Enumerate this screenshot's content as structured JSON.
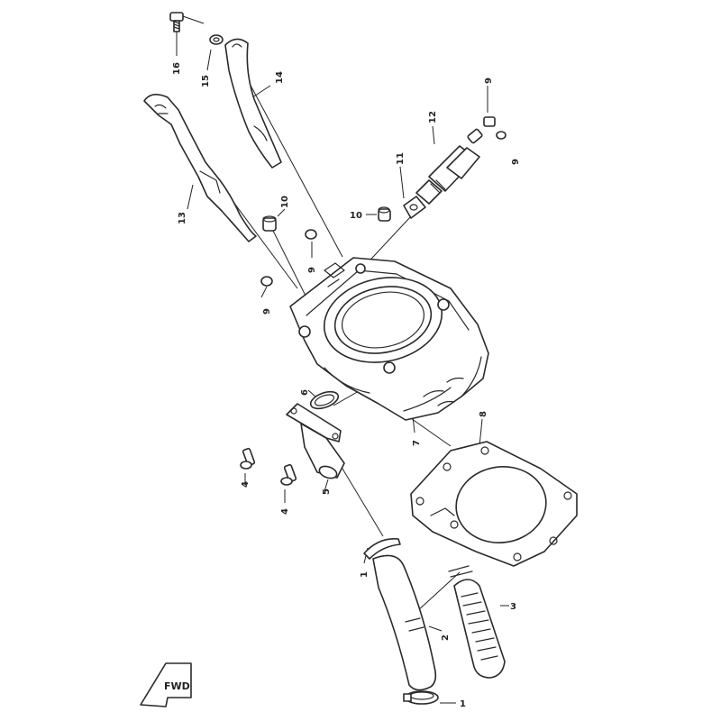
{
  "callouts": {
    "c1a": "1",
    "c1b": "1",
    "c2": "2",
    "c3": "3",
    "c4a": "4",
    "c4b": "4",
    "c5": "5",
    "c6": "6",
    "c7": "7",
    "c8": "8",
    "c9a": "9",
    "c9b": "9",
    "c9c": "9",
    "c9d": "9",
    "c10a": "10",
    "c10b": "10",
    "c11": "11",
    "c12": "12",
    "c13": "13",
    "c14": "14",
    "c15": "15",
    "c16": "16"
  },
  "fwd_mark": "FWD"
}
